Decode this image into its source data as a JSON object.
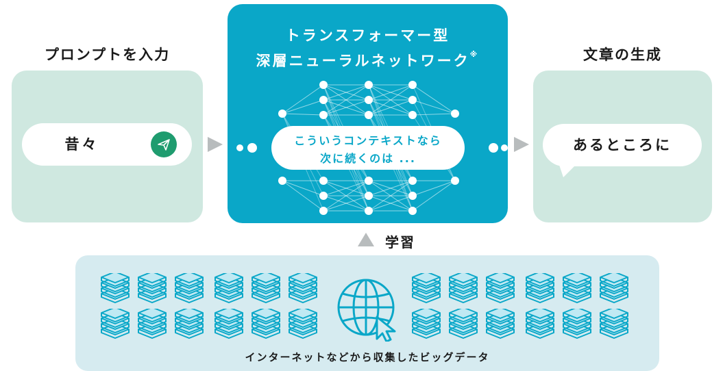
{
  "input": {
    "title": "プロンプトを入力",
    "prompt_text": "昔々"
  },
  "model": {
    "title_line1": "トランスフォーマー型",
    "title_line2": "深層ニューラルネットワーク",
    "title_mark": "※",
    "context_line1": "こういうコンテキストなら",
    "context_line2": "次に続くのは ..."
  },
  "output": {
    "title": "文章の生成",
    "text": "あるところに"
  },
  "learning": {
    "label": "学習"
  },
  "data": {
    "caption": "インターネットなどから収集したビッグデータ"
  },
  "colors": {
    "teal": "#0aa7c8",
    "panel_green": "#cfe8e0",
    "panel_blue": "#d6ebf0",
    "send_green": "#1f9c6f",
    "arrow_gray": "#b8bcbd"
  },
  "icons": {
    "send": "paper-plane-icon",
    "globe": "globe-icon",
    "cursor": "cursor-icon",
    "books": "book-stack-icon"
  }
}
